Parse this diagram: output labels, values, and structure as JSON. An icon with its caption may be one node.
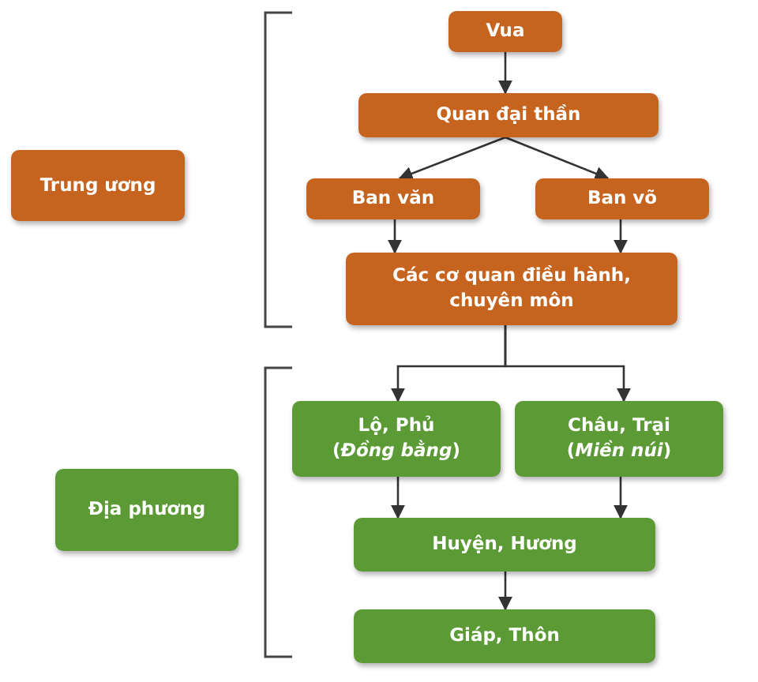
{
  "diagram": {
    "nodes": [
      {
        "text": [
          "Trung ương"
        ]
      },
      {
        "text": [
          "Vua"
        ]
      },
      {
        "text": [
          "Quan đại thần"
        ]
      },
      {
        "text": [
          "Ban văn"
        ]
      },
      {
        "text": [
          "Ban võ"
        ]
      },
      {
        "text": [
          "Các cơ quan điều hành, chuyên môn"
        ]
      },
      {
        "text": [
          "Địa phương"
        ]
      },
      {
        "text": [
          "Lộ, Phủ",
          "(*Đồng bằng*)"
        ]
      },
      {
        "text": [
          "Châu, Trại",
          "(*Miền núi*)"
        ]
      },
      {
        "text": [
          "Huyện, Hương"
        ]
      },
      {
        "text": [
          "Giáp,  Thôn"
        ]
      }
    ],
    "edges": [
      {
        "from": 1,
        "to": 2,
        "arrow": "to"
      },
      {
        "from": 2,
        "to": 3,
        "arrow": "to"
      },
      {
        "from": 2,
        "to": 4,
        "arrow": "to"
      },
      {
        "from": 3,
        "to": 5,
        "arrow": "to"
      },
      {
        "from": 4,
        "to": 5,
        "arrow": "to"
      },
      {
        "from": 5,
        "to": 7,
        "arrow": "to"
      },
      {
        "from": 5,
        "to": 8,
        "arrow": "to"
      },
      {
        "from": 7,
        "to": 9,
        "arrow": "to"
      },
      {
        "from": 8,
        "to": 9,
        "arrow": "to"
      },
      {
        "from": 9,
        "to": 10,
        "arrow": "to"
      }
    ]
  }
}
